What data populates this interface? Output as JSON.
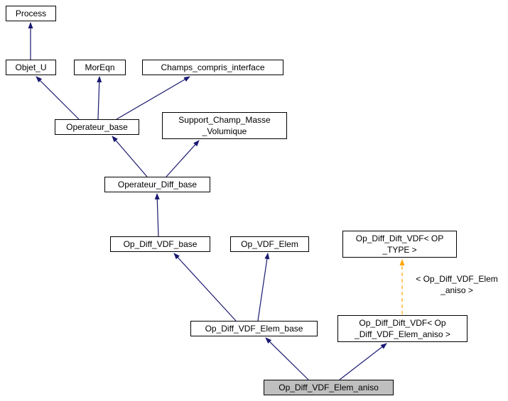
{
  "diagram": {
    "type": "inheritance-graph",
    "colors": {
      "edge": "#191970",
      "template_edge": "#ffa500",
      "node_bg": "#ffffff",
      "node_border": "#000000",
      "selected_bg": "#bfbfbf"
    },
    "nodes": [
      {
        "id": "process",
        "label": "Process",
        "selected": false
      },
      {
        "id": "objet-u",
        "label": "Objet_U",
        "selected": false
      },
      {
        "id": "moreqn",
        "label": "MorEqn",
        "selected": false
      },
      {
        "id": "champs-compris-interface",
        "label": "Champs_compris_interface",
        "selected": false
      },
      {
        "id": "operateur-base",
        "label": "Operateur_base",
        "selected": false
      },
      {
        "id": "support-champ-masse-volumique",
        "label": "Support_Champ_Masse\n_Volumique",
        "selected": false
      },
      {
        "id": "operateur-diff-base",
        "label": "Operateur_Diff_base",
        "selected": false
      },
      {
        "id": "op-diff-vdf-base",
        "label": "Op_Diff_VDF_base",
        "selected": false
      },
      {
        "id": "op-vdf-elem",
        "label": "Op_VDF_Elem",
        "selected": false
      },
      {
        "id": "op-diff-dift-vdf-op-type",
        "label": "Op_Diff_Dift_VDF< OP\n_TYPE >",
        "selected": false
      },
      {
        "id": "op-diff-vdf-elem-base",
        "label": "Op_Diff_VDF_Elem_base",
        "selected": false
      },
      {
        "id": "op-diff-dift-vdf-elem-aniso",
        "label": "Op_Diff_Dift_VDF< Op\n_Diff_VDF_Elem_aniso >",
        "selected": false
      },
      {
        "id": "op-diff-vdf-elem-aniso",
        "label": "Op_Diff_VDF_Elem_aniso",
        "selected": true
      }
    ],
    "template_edge_label": "< Op_Diff_VDF_Elem\n_aniso >"
  }
}
